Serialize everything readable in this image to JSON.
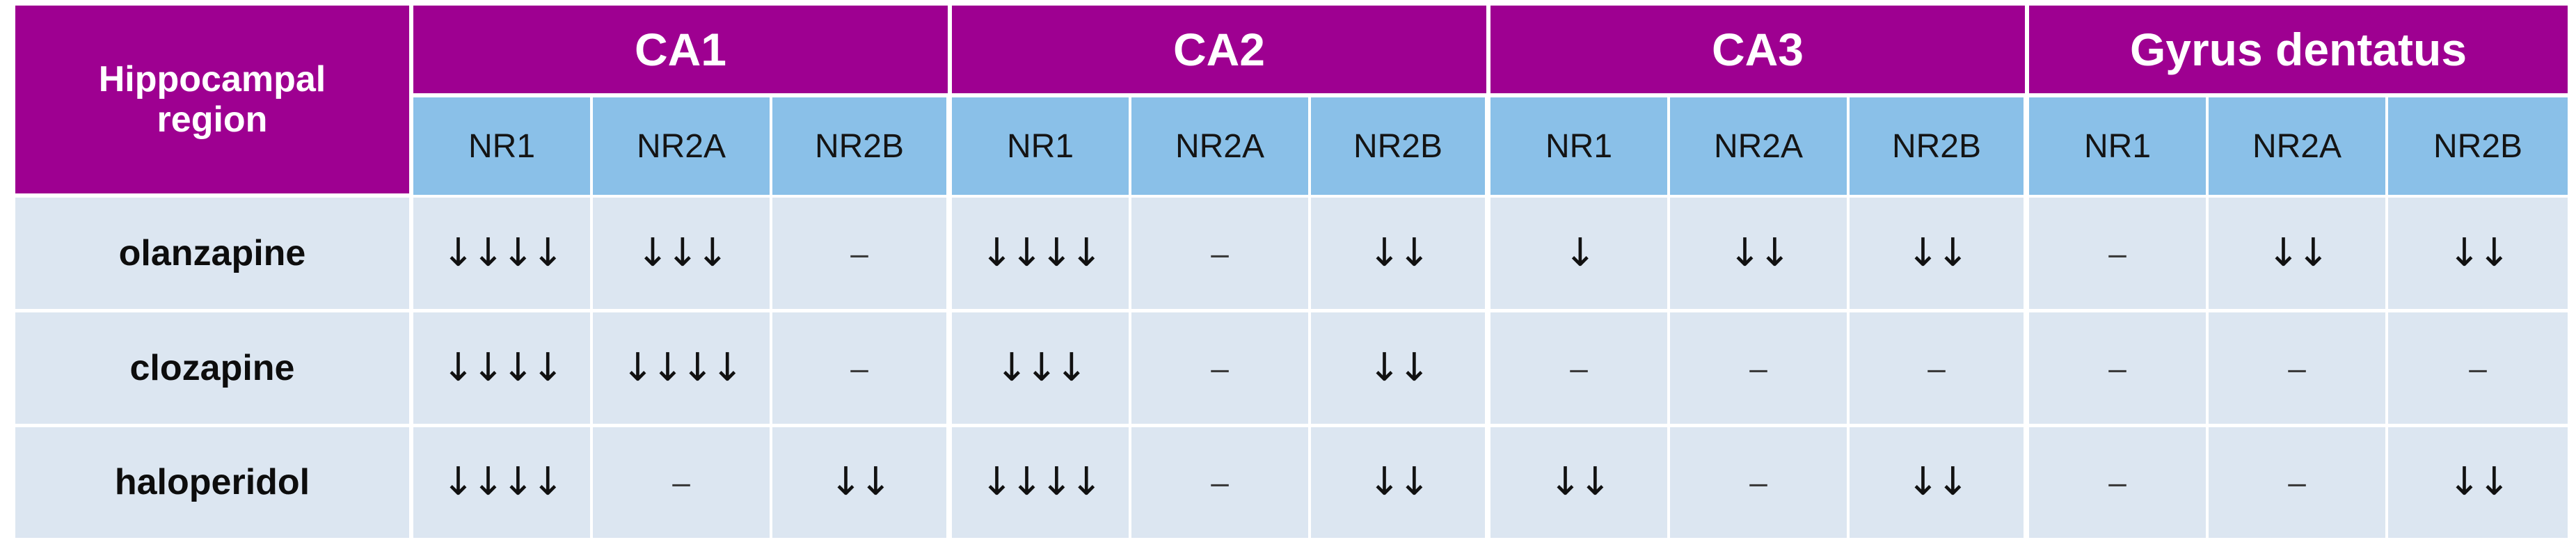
{
  "table": {
    "corner_header": "Hippocampal\nregion",
    "corner_header_line1": "Hippocampal",
    "corner_header_line2": "region",
    "groups": [
      {
        "label": "CA1",
        "subcolumns": [
          "NR1",
          "NR2A",
          "NR2B"
        ]
      },
      {
        "label": "CA2",
        "subcolumns": [
          "NR1",
          "NR2A",
          "NR2B"
        ]
      },
      {
        "label": "CA3",
        "subcolumns": [
          "NR1",
          "NR2A",
          "NR2B"
        ]
      },
      {
        "label": "Gyrus dentatus",
        "subcolumns": [
          "NR1",
          "NR2A",
          "NR2B"
        ]
      }
    ],
    "rows": [
      {
        "label": "olanzapine",
        "cells": [
          "↓↓↓↓",
          "↓↓↓",
          "–",
          "↓↓↓↓",
          "–",
          "↓↓",
          "↓",
          "↓↓",
          "↓↓",
          "–",
          "↓↓",
          "↓↓"
        ]
      },
      {
        "label": "clozapine",
        "cells": [
          "↓↓↓↓",
          "↓↓↓↓",
          "–",
          "↓↓↓",
          "–",
          "↓↓",
          "–",
          "–",
          "–",
          "–",
          "–",
          "–"
        ]
      },
      {
        "label": "haloperidol",
        "cells": [
          "↓↓↓↓",
          "–",
          "↓↓",
          "↓↓↓↓",
          "–",
          "↓↓",
          "↓↓",
          "–",
          "↓↓",
          "–",
          "–",
          "↓↓"
        ]
      }
    ]
  },
  "colors": {
    "group_header_bg": "#9E0091",
    "group_header_text": "#FFFFFF",
    "sub_header_bg": "#8AC0E8",
    "sub_header_text": "#141414",
    "body_bg": "#DCE6F1",
    "body_text": "#111111",
    "gridline": "#FFFFFF"
  }
}
